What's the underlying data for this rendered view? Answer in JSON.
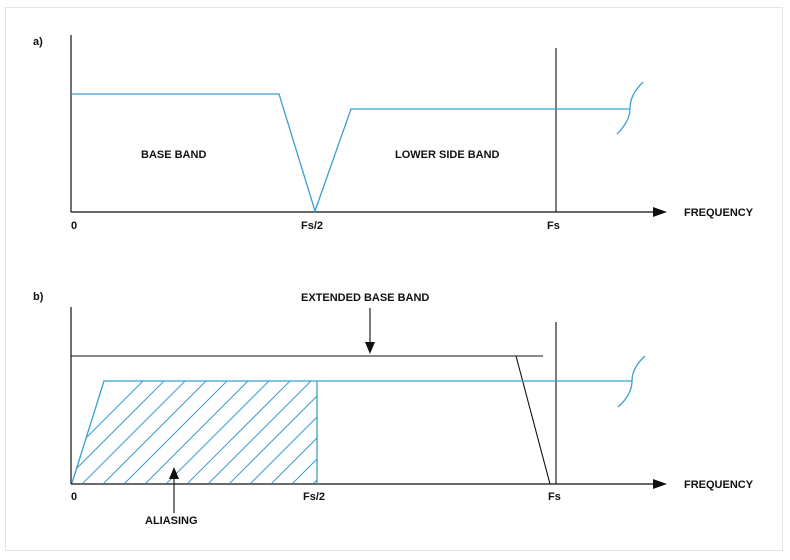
{
  "panel_a": {
    "tag": "a)",
    "base_band": "BASE BAND",
    "lower_side_band": "LOWER SIDE BAND",
    "tick_0": "0",
    "tick_half": "Fs/2",
    "tick_fs": "Fs",
    "axis_label": "FREQUENCY"
  },
  "panel_b": {
    "tag": "b)",
    "extended_base_band": "EXTENDED BASE BAND",
    "aliasing": "ALIASING",
    "tick_0": "0",
    "tick_half": "Fs/2",
    "tick_fs": "Fs",
    "axis_label": "FREQUENCY"
  },
  "colors": {
    "signal": "#3a9fd0",
    "axis": "#111111"
  }
}
